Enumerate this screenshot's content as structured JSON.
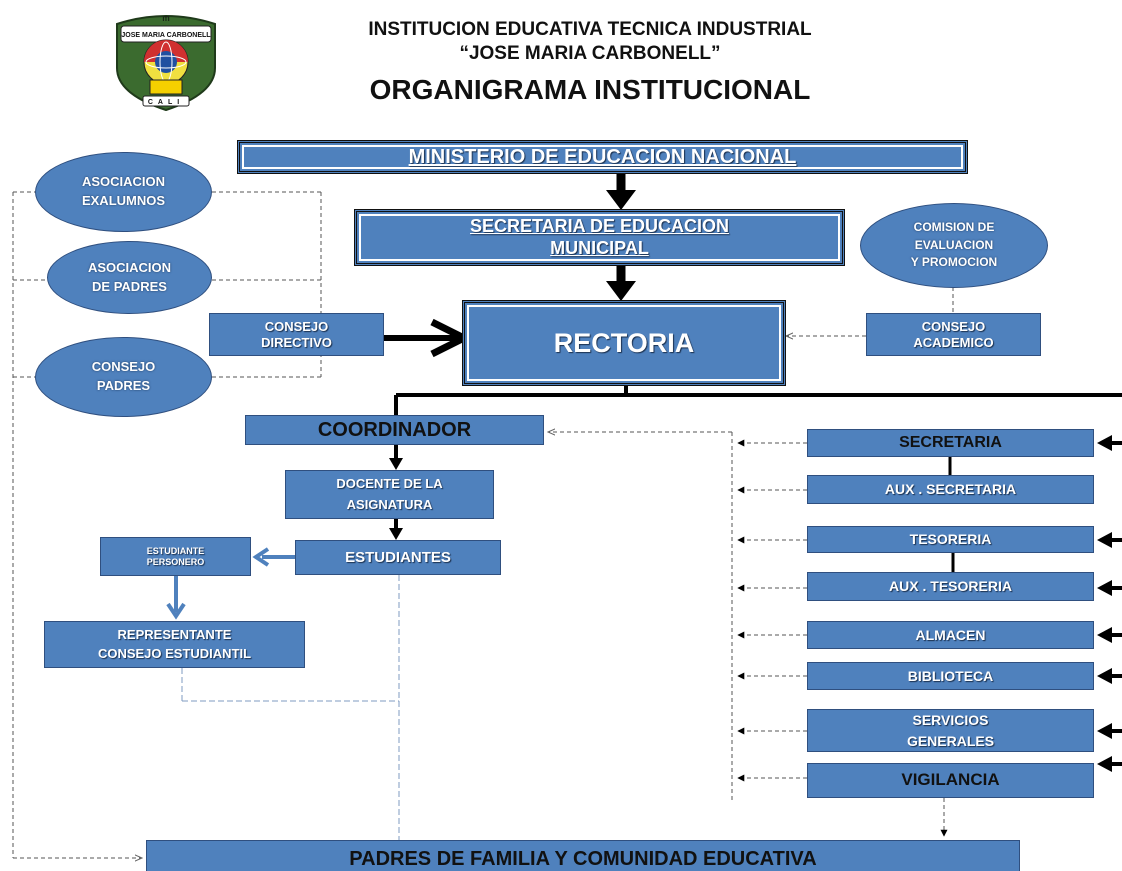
{
  "header": {
    "line1": "INSTITUCION EDUCATIVA TECNICA INDUSTRIAL",
    "line2": "“JOSE MARIA CARBONELL”",
    "title": "ORGANIGRAMA INSTITUCIONAL"
  },
  "logo": {
    "top_text": "ITI",
    "ring_text": "JOSE MARIA CARBONELL",
    "bottom_text": "CALI"
  },
  "nodes": {
    "ministerio": "MINISTERIO DE EDUCACION NACIONAL",
    "secretaria_municipal": "SECRETARIA  DE EDUCACION\nMUNICIPAL",
    "rectoria": "RECTORIA",
    "consejo_directivo": "CONSEJO\nDIRECTIVO",
    "consejo_academico": "CONSEJO\nACADEMICO",
    "comision_evaluacion": "COMISION DE\nEVALUACION\nY PROMOCION",
    "asociacion_exalumnos": "ASOCIACION\nEXALUMNOS",
    "asociacion_padres": "ASOCIACION\nDE PADRES",
    "consejo_padres": "CONSEJO\nPADRES",
    "coordinador": "COORDINADOR",
    "docente": "DOCENTE DE LA\nASIGNATURA",
    "estudiantes": "ESTUDIANTES",
    "estudiante_personero": "ESTUDIANTE\nPERSONERO",
    "representante": "REPRESENTANTE\nCONSEJO ESTUDIANTIL",
    "secretaria": "SECRETARIA",
    "aux_secretaria": "AUX . SECRETARIA",
    "tesoreria": "TESORERIA",
    "aux_tesoreria": "AUX . TESORERIA",
    "almacen": "ALMACEN",
    "biblioteca": "BIBLIOTECA",
    "servicios_generales": "SERVICIOS\nGENERALES",
    "vigilancia": "VIGILANCIA",
    "padres_familia": "PADRES DE FAMILIA Y COMUNIDAD EDUCATIVA"
  },
  "colors": {
    "box_fill": "#4f81bd",
    "box_border": "#2f4f7f",
    "line": "#000000",
    "student_arrow": "#4f81bd"
  }
}
